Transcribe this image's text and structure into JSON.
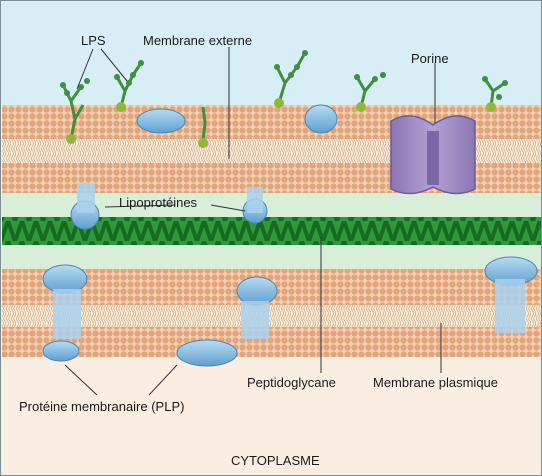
{
  "labels": {
    "lps": "LPS",
    "outer_membrane": "Membrane externe",
    "porin": "Porine",
    "lipoproteins": "Lipoprotéines",
    "peptidoglycan": "Peptidoglycane",
    "plasma_membrane": "Membrane plasmique",
    "membrane_protein": "Protéine membranaire (PLP)",
    "cytoplasm": "CYTOPLASME"
  },
  "colors": {
    "background_top": "#d8eef6",
    "background_bottom": "#faeee2",
    "lipid_head": "#e2a47a",
    "lipid_tail": "#f6e2c8",
    "periplasm": "#d9eed9",
    "peptidoglycan": "#1d7f2a",
    "protein_blue": "#7fb6dd",
    "porin_purple": "#9a86bf",
    "lps_green": "#3f8f3f",
    "leader_line": "#333333"
  }
}
